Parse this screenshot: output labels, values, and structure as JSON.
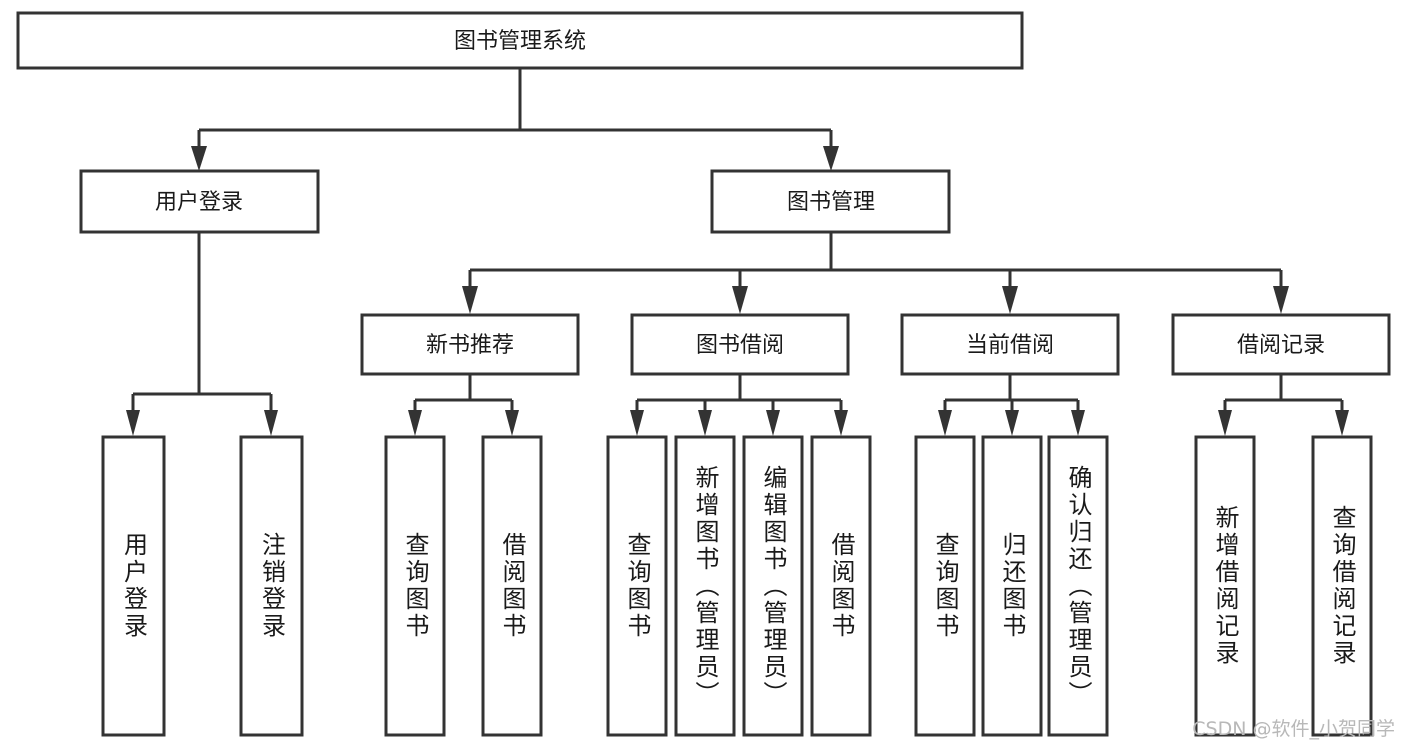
{
  "diagram": {
    "type": "tree",
    "title": "图书管理系统",
    "watermark": "CSDN @软件_小贺同学",
    "root": {
      "id": "root",
      "label": "图书管理系统"
    },
    "level2": [
      {
        "id": "user-login",
        "label": "用户登录"
      },
      {
        "id": "book-management",
        "label": "图书管理"
      }
    ],
    "level3": [
      {
        "id": "new-book-recommend",
        "label": "新书推荐",
        "parent": "book-management"
      },
      {
        "id": "book-borrow",
        "label": "图书借阅",
        "parent": "book-management"
      },
      {
        "id": "current-borrow",
        "label": "当前借阅",
        "parent": "book-management"
      },
      {
        "id": "borrow-record",
        "label": "借阅记录",
        "parent": "book-management"
      }
    ],
    "leaves": [
      {
        "id": "leaf-user-login",
        "label": "用户登录",
        "parent": "user-login"
      },
      {
        "id": "leaf-logout-login",
        "label": "注销登录",
        "parent": "user-login"
      },
      {
        "id": "leaf-query-book-1",
        "label": "查询图书",
        "parent": "new-book-recommend"
      },
      {
        "id": "leaf-borrow-book-1",
        "label": "借阅图书",
        "parent": "new-book-recommend"
      },
      {
        "id": "leaf-query-book-2",
        "label": "查询图书",
        "parent": "book-borrow"
      },
      {
        "id": "leaf-add-book",
        "label": "新增图书（管理员）",
        "parent": "book-borrow"
      },
      {
        "id": "leaf-edit-book",
        "label": "编辑图书（管理员）",
        "parent": "book-borrow"
      },
      {
        "id": "leaf-borrow-book-2",
        "label": "借阅图书",
        "parent": "book-borrow"
      },
      {
        "id": "leaf-query-book-3",
        "label": "查询图书",
        "parent": "current-borrow"
      },
      {
        "id": "leaf-return-book",
        "label": "归还图书",
        "parent": "current-borrow"
      },
      {
        "id": "leaf-confirm-return",
        "label": "确认归还（管理员）",
        "parent": "current-borrow"
      },
      {
        "id": "leaf-add-record",
        "label": "新增借阅记录",
        "parent": "borrow-record"
      },
      {
        "id": "leaf-query-record",
        "label": "查询借阅记录",
        "parent": "borrow-record"
      }
    ],
    "colors": {
      "stroke": "#333333",
      "fill": "#ffffff",
      "text": "#1a1a1a",
      "watermark": "#b8b8b8"
    }
  }
}
